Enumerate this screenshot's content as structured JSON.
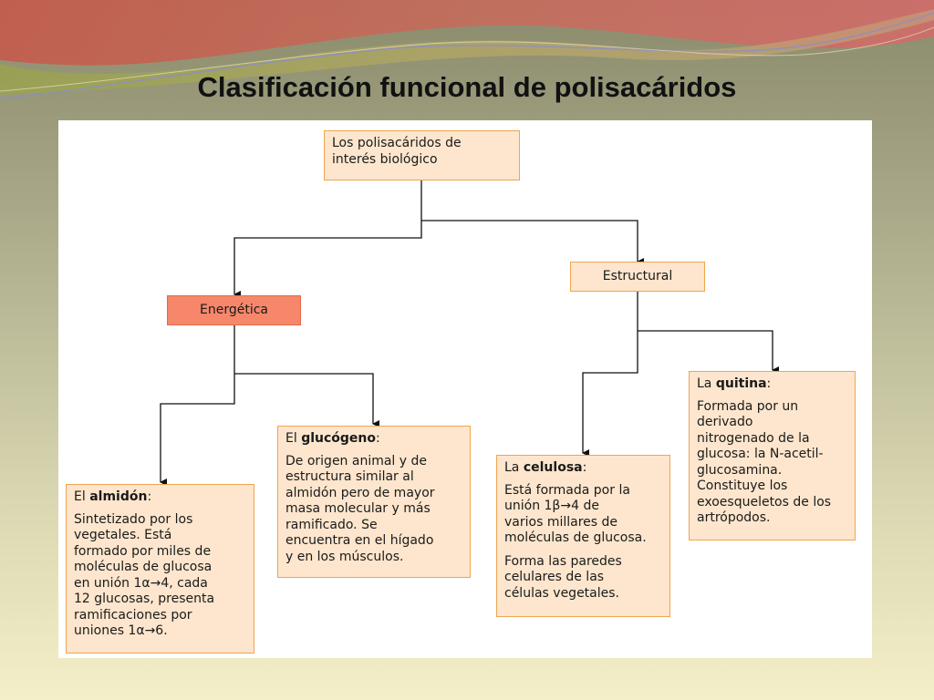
{
  "title": "Clasificación funcional de polisacáridos",
  "colors": {
    "box_fill": "#fde6cd",
    "box_border": "#f0a450",
    "highlight_fill": "#f7876b",
    "connector": "#111111",
    "panel": "#ffffff"
  },
  "diagram": {
    "root": "Los polisacáridos de\ninterés biológico",
    "energetica": "Energética",
    "estructural": "Estructural",
    "almidon": {
      "prefix": "El",
      "name": "almidón",
      "suffix": ":",
      "text": "Sintetizado por los\nvegetales. Está\nformado por miles de\nmoléculas de glucosa\nen unión 1α→4, cada\n12 glucosas, presenta\nramificaciones por\nuniones 1α→6."
    },
    "glucogeno": {
      "prefix": "El",
      "name": "glucógeno",
      "suffix": ":",
      "text": "De origen animal y de\nestructura similar al\nalmidón pero de mayor\nmasa molecular y más\nramificado. Se\nencuentra en el hígado\ny en los músculos."
    },
    "celulosa": {
      "prefix": "La",
      "name": "celulosa",
      "suffix": ":",
      "text": "Está formada por la\nunión  1β→4 de\nvarios millares de\nmoléculas de glucosa.",
      "text2": "Forma las paredes\ncelulares de las\ncélulas vegetales."
    },
    "quitina": {
      "prefix": "La",
      "name": "quitina",
      "suffix": ":",
      "text": "Formada por un\nderivado\nnitrogenado de la\nglucosa: la N-acetil-\nglucosamina.\nConstituye los\nexoesqueletos de los\nartrópodos."
    }
  }
}
